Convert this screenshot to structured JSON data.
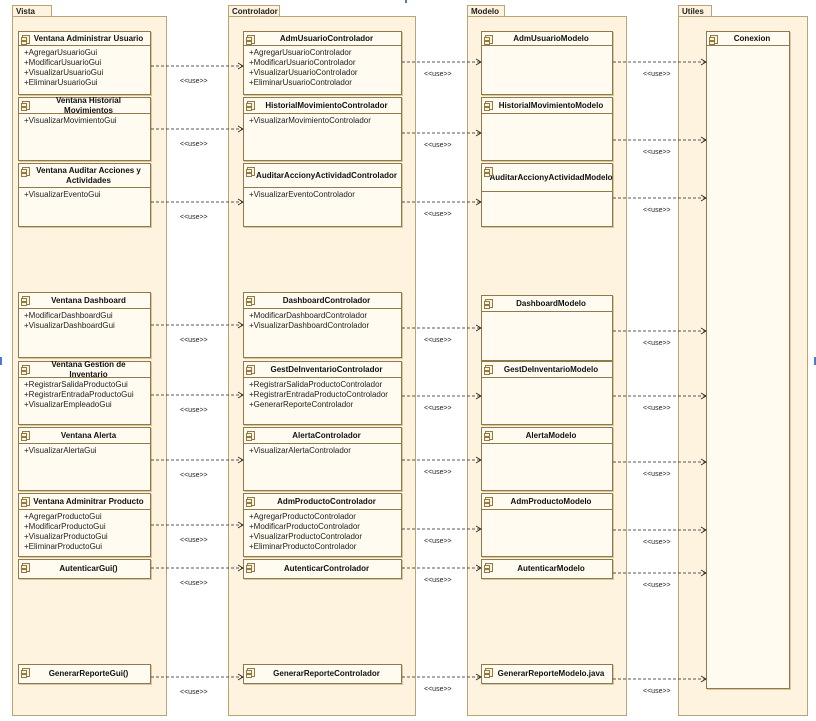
{
  "packages": {
    "vista": "Vista",
    "controlador": "Controlador",
    "modelo": "Modelo",
    "utiles": "Utiles"
  },
  "use_label": "<<use>>",
  "vista_classes": [
    {
      "name": "Ventana Administrar Usuario",
      "ops": [
        "+AgregarUsuarioGui",
        "+ModificarUsuarioGui",
        "+VisualizarUsuarioGui",
        "+EliminarUsuarioGui"
      ]
    },
    {
      "name": "Ventana Historial Movimientos",
      "ops": [
        "+VisualizarMovimientoGui"
      ]
    },
    {
      "name": "Ventana Auditar Acciones y Actividades",
      "ops": [
        "+VisualizarEventoGui"
      ]
    },
    {
      "name": "Ventana Dashboard",
      "ops": [
        "+ModificarDashboardGui",
        "+VisualizarDashboardGui"
      ]
    },
    {
      "name": "Ventana Gestion de Inventario",
      "ops": [
        "+RegistrarSalidaProductoGui",
        "+RegistrarEntradaProductoGui",
        "+VisualizarEmpleadoGui"
      ]
    },
    {
      "name": "Ventana Alerta",
      "ops": [
        "+VisualizarAlertaGui"
      ]
    },
    {
      "name": "Ventana Adminitrar Producto",
      "ops": [
        "+AgregarProductoGui",
        "+ModificarProductoGui",
        "+VisualizarProductoGui",
        "+EliminarProductoGui"
      ]
    },
    {
      "name": "AutenticarGui()",
      "ops": []
    },
    {
      "name": "GenerarReporteGui()",
      "ops": []
    }
  ],
  "controlador_classes": [
    {
      "name": "AdmUsuarioControlador",
      "ops": [
        "+AgregarUsuarioControlador",
        "+ModificarUsuarioControlador",
        "+VisualizarUsuarioControlador",
        "+EliminarUsuarioControlador"
      ]
    },
    {
      "name": "HistorialMovimientoControlador",
      "ops": [
        "+VisualizarMovimientoControlador"
      ]
    },
    {
      "name": "AuditarAccionyActividadControlador",
      "ops": [
        "+VisualizarEventoControlador"
      ]
    },
    {
      "name": "DashboardControlador",
      "ops": [
        "+ModificarDashboardControlador",
        "+VisualizarDashboardControlador"
      ]
    },
    {
      "name": "GestDeInventarioControlador",
      "ops": [
        "+RegistrarSalidaProductoControlador",
        "+RegistrarEntradaProductoControlador",
        "+GenerarReporteControlador"
      ]
    },
    {
      "name": "AlertaControlador",
      "ops": [
        "+VisualizarAlertaControlador"
      ]
    },
    {
      "name": "AdmProductoControlador",
      "ops": [
        "+AgregarProductoControlador",
        "+ModificarProductoControlador",
        "+VisualizarProductoControlador",
        "+EliminarProductoControlador"
      ]
    },
    {
      "name": "AutenticarControlador",
      "ops": []
    },
    {
      "name": "GenerarReporteControlador",
      "ops": []
    }
  ],
  "modelo_classes": [
    {
      "name": "AdmUsuarioModelo",
      "ops": []
    },
    {
      "name": "HistorialMovimientoModelo",
      "ops": []
    },
    {
      "name": "AuditarAccionyActividadModelo",
      "ops": []
    },
    {
      "name": "DashboardModelo",
      "ops": []
    },
    {
      "name": "GestDeInventarioModelo",
      "ops": []
    },
    {
      "name": "AlertaModelo",
      "ops": []
    },
    {
      "name": "AdmProductoModelo",
      "ops": []
    },
    {
      "name": "AutenticarModelo",
      "ops": []
    },
    {
      "name": "GenerarReporteModelo.java",
      "ops": []
    }
  ],
  "utiles_classes": [
    {
      "name": "Conexion",
      "ops": []
    }
  ]
}
